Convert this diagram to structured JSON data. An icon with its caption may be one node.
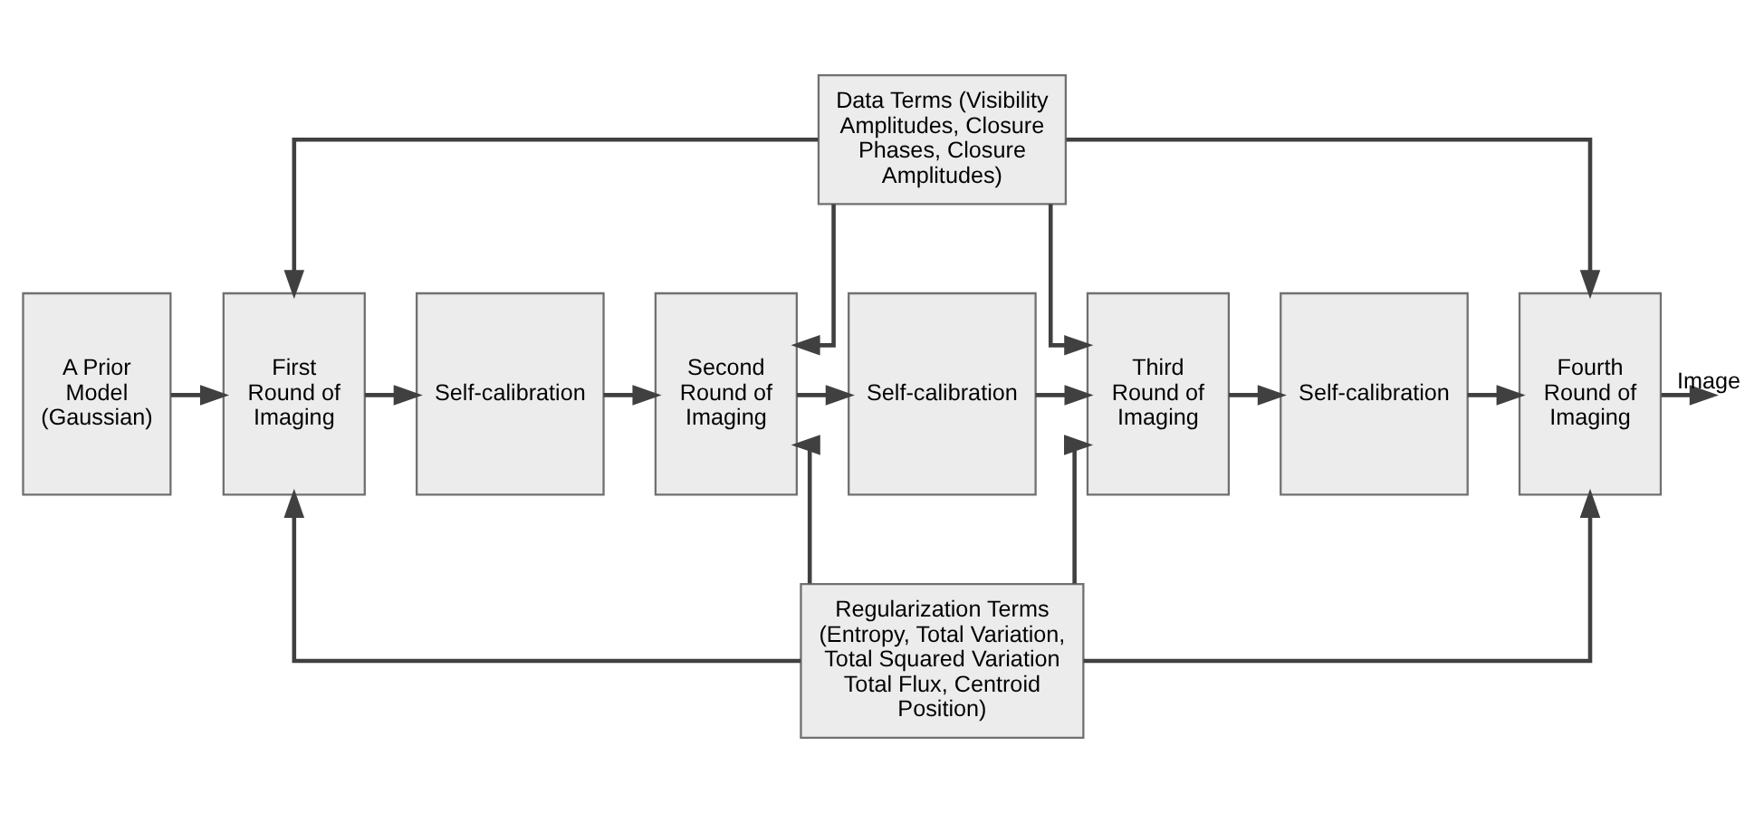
{
  "diagram": {
    "nodes": [
      {
        "text": [
          "Data Terms (Visibility Amplitudes, Closure Phases, Closure Amplitudes)"
        ]
      },
      {
        "text": [
          "A Prior Model (Gaussian)"
        ]
      },
      {
        "text": [
          "First Round of Imaging"
        ]
      },
      {
        "text": [
          "Self-calibration"
        ]
      },
      {
        "text": [
          "Second Round of Imaging"
        ]
      },
      {
        "text": [
          "Self-calibration"
        ]
      },
      {
        "text": [
          "Third Round of Imaging"
        ]
      },
      {
        "text": [
          "Self-calibration"
        ]
      },
      {
        "text": [
          "Fourth Round of Imaging"
        ]
      },
      {
        "text": [
          "Regularization Terms (Entropy, Total Variation, Total Squared Variation Total Flux, Centroid Position)"
        ]
      }
    ],
    "edges": [
      {
        "from": 1,
        "to": 2,
        "arrow": "to"
      },
      {
        "from": 2,
        "to": 3,
        "arrow": "to"
      },
      {
        "from": 3,
        "to": 4,
        "arrow": "to"
      },
      {
        "from": 4,
        "to": 5,
        "arrow": "to"
      },
      {
        "from": 5,
        "to": 6,
        "arrow": "to"
      },
      {
        "from": 6,
        "to": 7,
        "arrow": "to"
      },
      {
        "from": 7,
        "to": 8,
        "arrow": "to"
      },
      {
        "from": 8,
        "to": null,
        "arrow": "to",
        "label": "Image"
      },
      {
        "from": 0,
        "to": 2,
        "arrow": "to"
      },
      {
        "from": 0,
        "to": 4,
        "arrow": "to"
      },
      {
        "from": 0,
        "to": 6,
        "arrow": "to"
      },
      {
        "from": 0,
        "to": 8,
        "arrow": "to"
      },
      {
        "from": 9,
        "to": 2,
        "arrow": "to"
      },
      {
        "from": 9,
        "to": 4,
        "arrow": "to"
      },
      {
        "from": 9,
        "to": 6,
        "arrow": "to"
      },
      {
        "from": 9,
        "to": 8,
        "arrow": "to"
      }
    ]
  }
}
